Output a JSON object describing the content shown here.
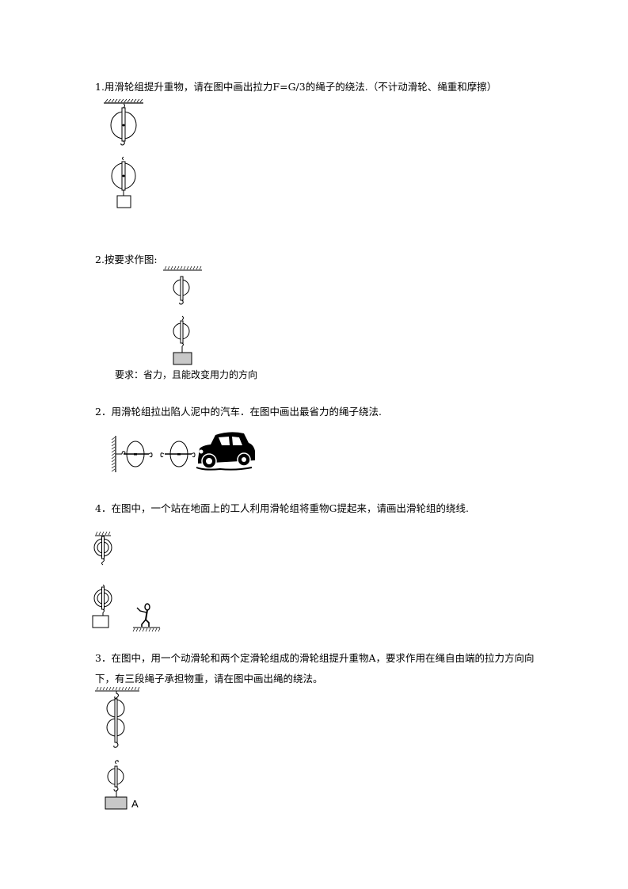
{
  "questions": [
    {
      "id": "q1",
      "text": "1.用滑轮组提升重物，请在图中画出拉力F=G/3的绳子的绕法.（不计动滑轮、绳重和摩擦）"
    },
    {
      "id": "q2a",
      "text": "2.按要求作图:",
      "caption": "要求：省力，且能改变用力的方向"
    },
    {
      "id": "q2b",
      "text": "2．用滑轮组拉出陷人泥中的汽车．在图中画出最省力的绳子绕法."
    },
    {
      "id": "q4",
      "text": "4．在图中，一个站在地面上的工人利用滑轮组将重物G提起来，请画出滑轮组的绕线."
    },
    {
      "id": "q3",
      "text": "3．在图中，用一个动滑轮和两个定滑轮组成的滑轮组提升重物A，要求作用在绳自由端的拉力方向向下，有三段绳子承担物重，请在图中画出绳的绕法。",
      "weight_label": "A"
    }
  ],
  "colors": {
    "ink": "#000000",
    "weight_fill": "#c8c8c8"
  }
}
